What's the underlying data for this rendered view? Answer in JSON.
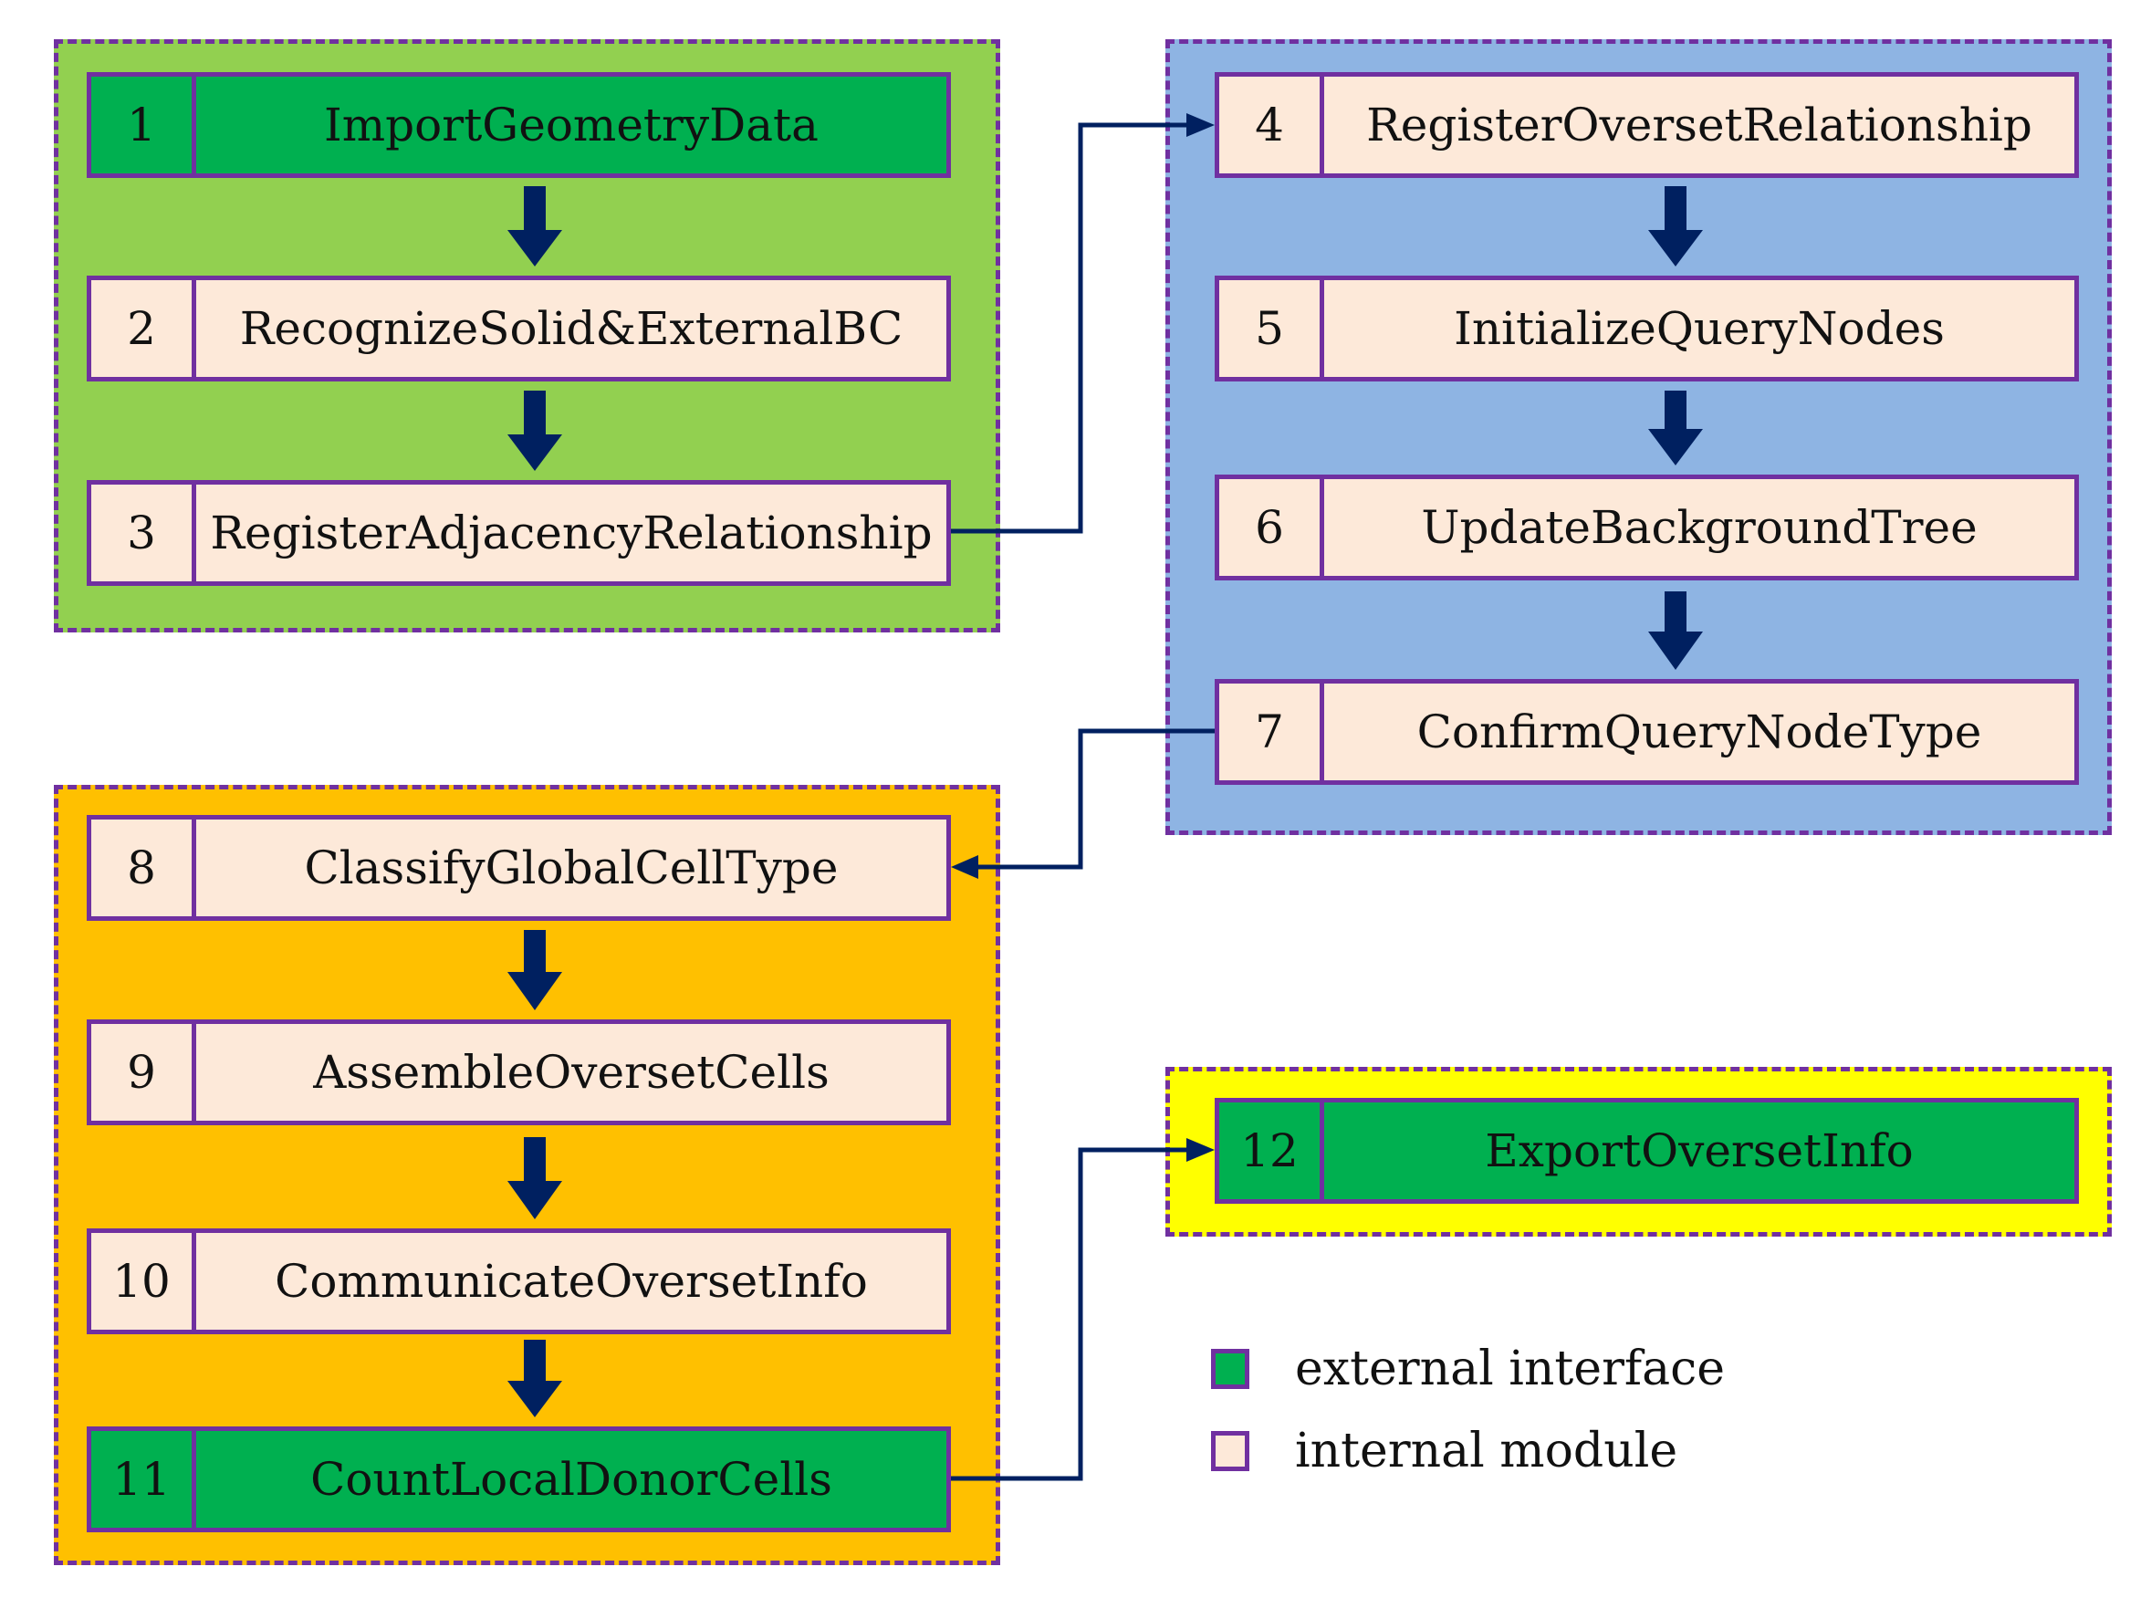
{
  "steps": [
    {
      "num": "1",
      "label": "ImportGeometryData",
      "kind": "external"
    },
    {
      "num": "2",
      "label": "RecognizeSolid&ExternalBC",
      "kind": "internal"
    },
    {
      "num": "3",
      "label": "RegisterAdjacencyRelationship",
      "kind": "internal"
    },
    {
      "num": "4",
      "label": "RegisterOversetRelationship",
      "kind": "internal"
    },
    {
      "num": "5",
      "label": "InitializeQueryNodes",
      "kind": "internal"
    },
    {
      "num": "6",
      "label": "UpdateBackgroundTree",
      "kind": "internal"
    },
    {
      "num": "7",
      "label": "ConfirmQueryNodeType",
      "kind": "internal"
    },
    {
      "num": "8",
      "label": "ClassifyGlobalCellType",
      "kind": "internal"
    },
    {
      "num": "9",
      "label": "AssembleOversetCells",
      "kind": "internal"
    },
    {
      "num": "10",
      "label": "CommunicateOversetInfo",
      "kind": "internal"
    },
    {
      "num": "11",
      "label": "CountLocalDonorCells",
      "kind": "external"
    },
    {
      "num": "12",
      "label": "ExportOversetInfo",
      "kind": "external"
    }
  ],
  "legend": [
    {
      "label": "external interface",
      "color": "#00b050"
    },
    {
      "label": "internal module",
      "color": "#fde9d9"
    }
  ],
  "colors": {
    "group_border": "#7030a0",
    "group_1_fill": "#92d050",
    "group_2_fill": "#8eb4e3",
    "group_3_fill": "#ffc000",
    "group_4_fill": "#ffff00",
    "external_fill": "#00b050",
    "internal_fill": "#fde9d9",
    "arrow": "#002060"
  }
}
